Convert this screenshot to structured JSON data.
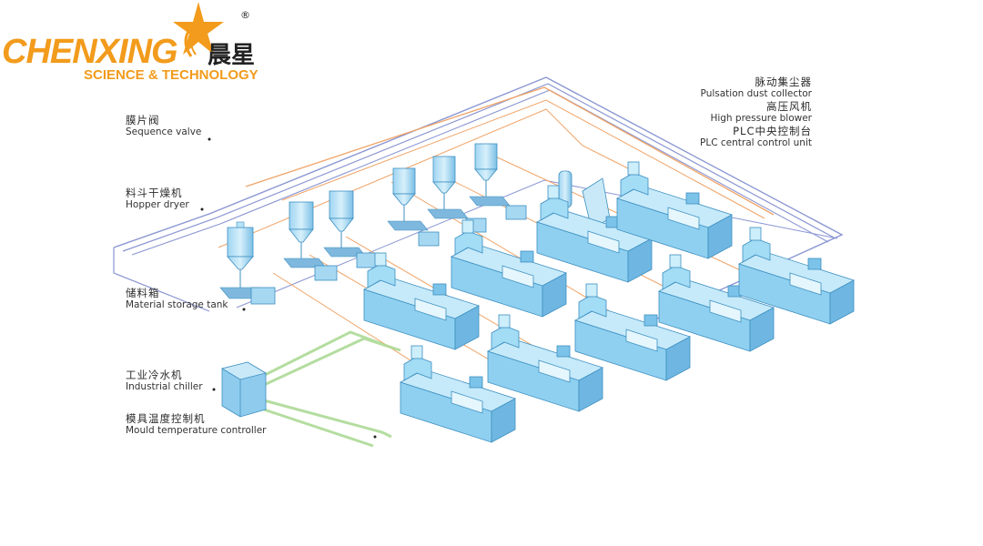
{
  "logo": {
    "brand": "CHENXING",
    "subtitle": "SCIENCE & TECHNOLOGY",
    "chinese": "晨星",
    "registered_mark": "®"
  },
  "labels_left": [
    {
      "cn": "膜片阀",
      "en": "Sequence valve"
    },
    {
      "cn": "料斗干燥机",
      "en": "Hopper dryer"
    },
    {
      "cn": "储料箱",
      "en": "Material storage tank"
    },
    {
      "cn": "工业冷水机",
      "en": "Industrial chiller"
    },
    {
      "cn": "模具温度控制机",
      "en": "Mould temperature controller"
    }
  ],
  "labels_right": [
    {
      "cn": "脉动集尘器",
      "en": "Pulsation dust collector"
    },
    {
      "cn": "高压风机",
      "en": "High pressure blower"
    },
    {
      "cn": "PLC中央控制台",
      "en": "PLC central control unit"
    }
  ],
  "colors": {
    "machine_fill": "#8fd0f0",
    "machine_edge": "#3d8fc0",
    "pipe_blue": "#7e8ed0",
    "pipe_orange": "#f0a060",
    "pipe_green": "#a8d890",
    "brand_orange": "#f29b1c"
  }
}
